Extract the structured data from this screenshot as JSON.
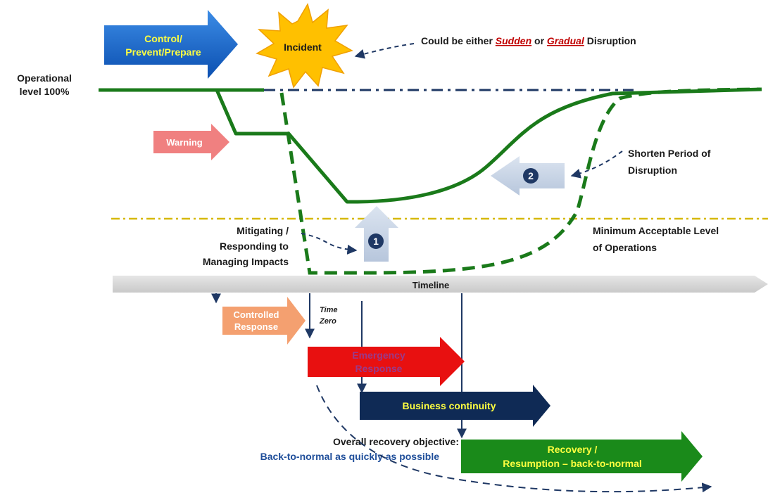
{
  "labels": {
    "control_line1": "Control/",
    "control_line2": "Prevent/Prepare",
    "incident": "Incident",
    "disruption_prefix": "Could be either ",
    "disruption_sudden": "Sudden",
    "disruption_or": " or ",
    "disruption_gradual": "Gradual",
    "disruption_suffix": " Disruption",
    "operational_line1": "Operational",
    "operational_line2": "level 100%",
    "warning": "Warning",
    "shorten_line1": "Shorten Period of",
    "shorten_line2": "Disruption",
    "step2": "2",
    "step1": "1",
    "mitigating_line1": "Mitigating /",
    "mitigating_line2": "Responding to",
    "mitigating_line3": "Managing Impacts",
    "minimum_line1": "Minimum Acceptable Level",
    "minimum_line2": "of Operations",
    "timeline": "Timeline",
    "controlled_line1": "Controlled",
    "controlled_line2": "Response",
    "timezero_line1": "Time",
    "timezero_line2": "Zero",
    "emergency_line1": "Emergency",
    "emergency_line2": "Response",
    "business": "Business continuity",
    "objective_line1": "Overall recovery objective:",
    "objective_line2": "Back-to-normal as quickly as possible",
    "recovery_line1": "Recovery /",
    "recovery_line2": "Resumption – back-to-normal"
  },
  "colors": {
    "green": "#1a7a1a",
    "blue_arrow": "#1565c8",
    "incident_fill": "#ffc000",
    "warning_fill": "#f08080",
    "controlled_fill": "#f4a070",
    "emergency_fill": "#e81010",
    "business_fill": "#0f2a55",
    "recovery_fill": "#1a8a1a",
    "timeline_fill": "#d9d9d9",
    "navy": "#1f3864",
    "yellow_text": "#ffff40",
    "red_text": "#c00000"
  }
}
